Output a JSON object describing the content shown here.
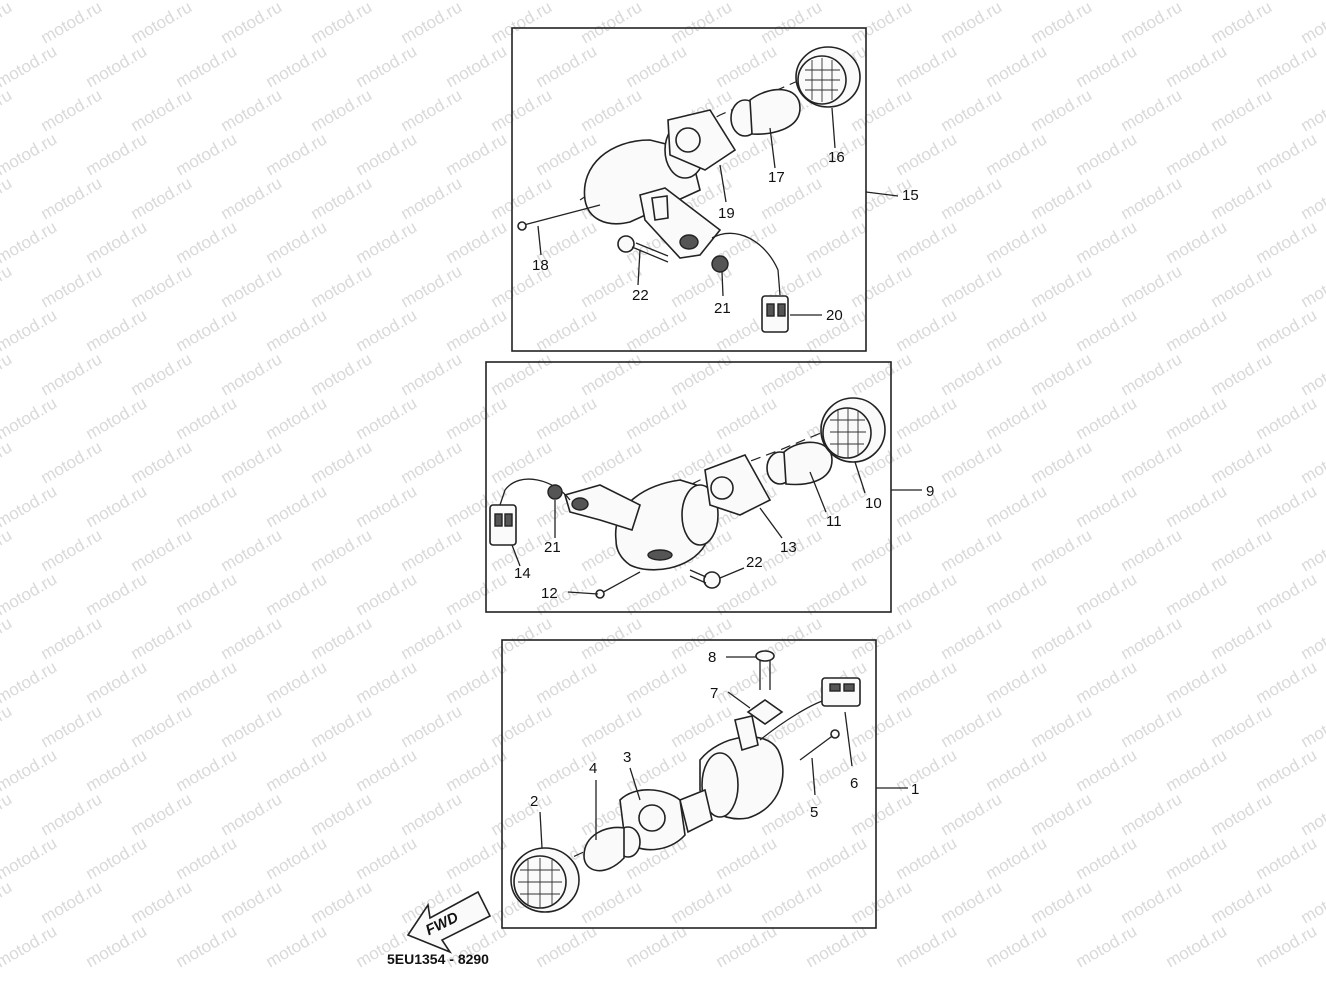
{
  "watermark": {
    "text": "motod.ru"
  },
  "diagram_code": "5EU1354 - 8290",
  "fwd_label": "FWD",
  "assemblies": [
    {
      "name": "rear-right-assembly",
      "assembly_label": "15",
      "labels": [
        "16",
        "17",
        "18",
        "19",
        "20",
        "21",
        "22"
      ]
    },
    {
      "name": "rear-left-assembly",
      "assembly_label": "9",
      "labels": [
        "10",
        "11",
        "12",
        "13",
        "14",
        "21",
        "22"
      ]
    },
    {
      "name": "front-assembly",
      "assembly_label": "1",
      "labels": [
        "2",
        "3",
        "4",
        "5",
        "6",
        "7",
        "8"
      ]
    }
  ]
}
